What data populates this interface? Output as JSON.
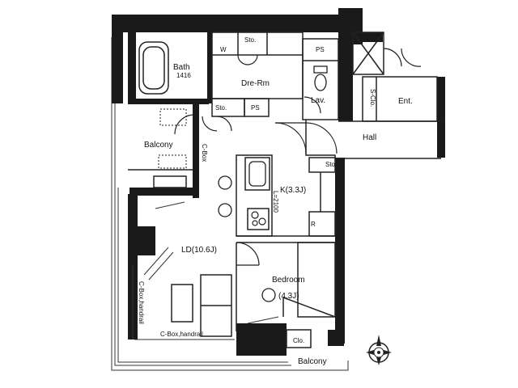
{
  "rooms": {
    "bath": "Bath",
    "bath_sub": "1416",
    "dre_rm": "Dre-Rm",
    "lav": "Lav.",
    "balcony_upper": "Balcony",
    "hall": "Hall",
    "ent": "Ent.",
    "kitchen": "K(3.3J)",
    "living": "LD(10.6J)",
    "bedroom": "Bedroom",
    "bedroom_size": "(4.3J)",
    "balcony_lower": "Balcony"
  },
  "labels": {
    "w": "W",
    "sto_1": "Sto.",
    "ps_1": "PS",
    "sto_2": "Sto.",
    "ps_2": "PS",
    "sto_3": "Sto.",
    "r": "R",
    "clo": "Clo.",
    "s_clo": "S-Clo.",
    "c_box_1": "C-Box",
    "c_box_handrail_v": "C-Box,handrail",
    "c_box_handrail_h": "C-Box,handrail",
    "kitchen_dim": "L=2100"
  },
  "colors": {
    "wall": "#1a1a1a",
    "line": "#222222",
    "background": "#ffffff"
  },
  "icons": {
    "compass": "compass-rose-icon"
  }
}
